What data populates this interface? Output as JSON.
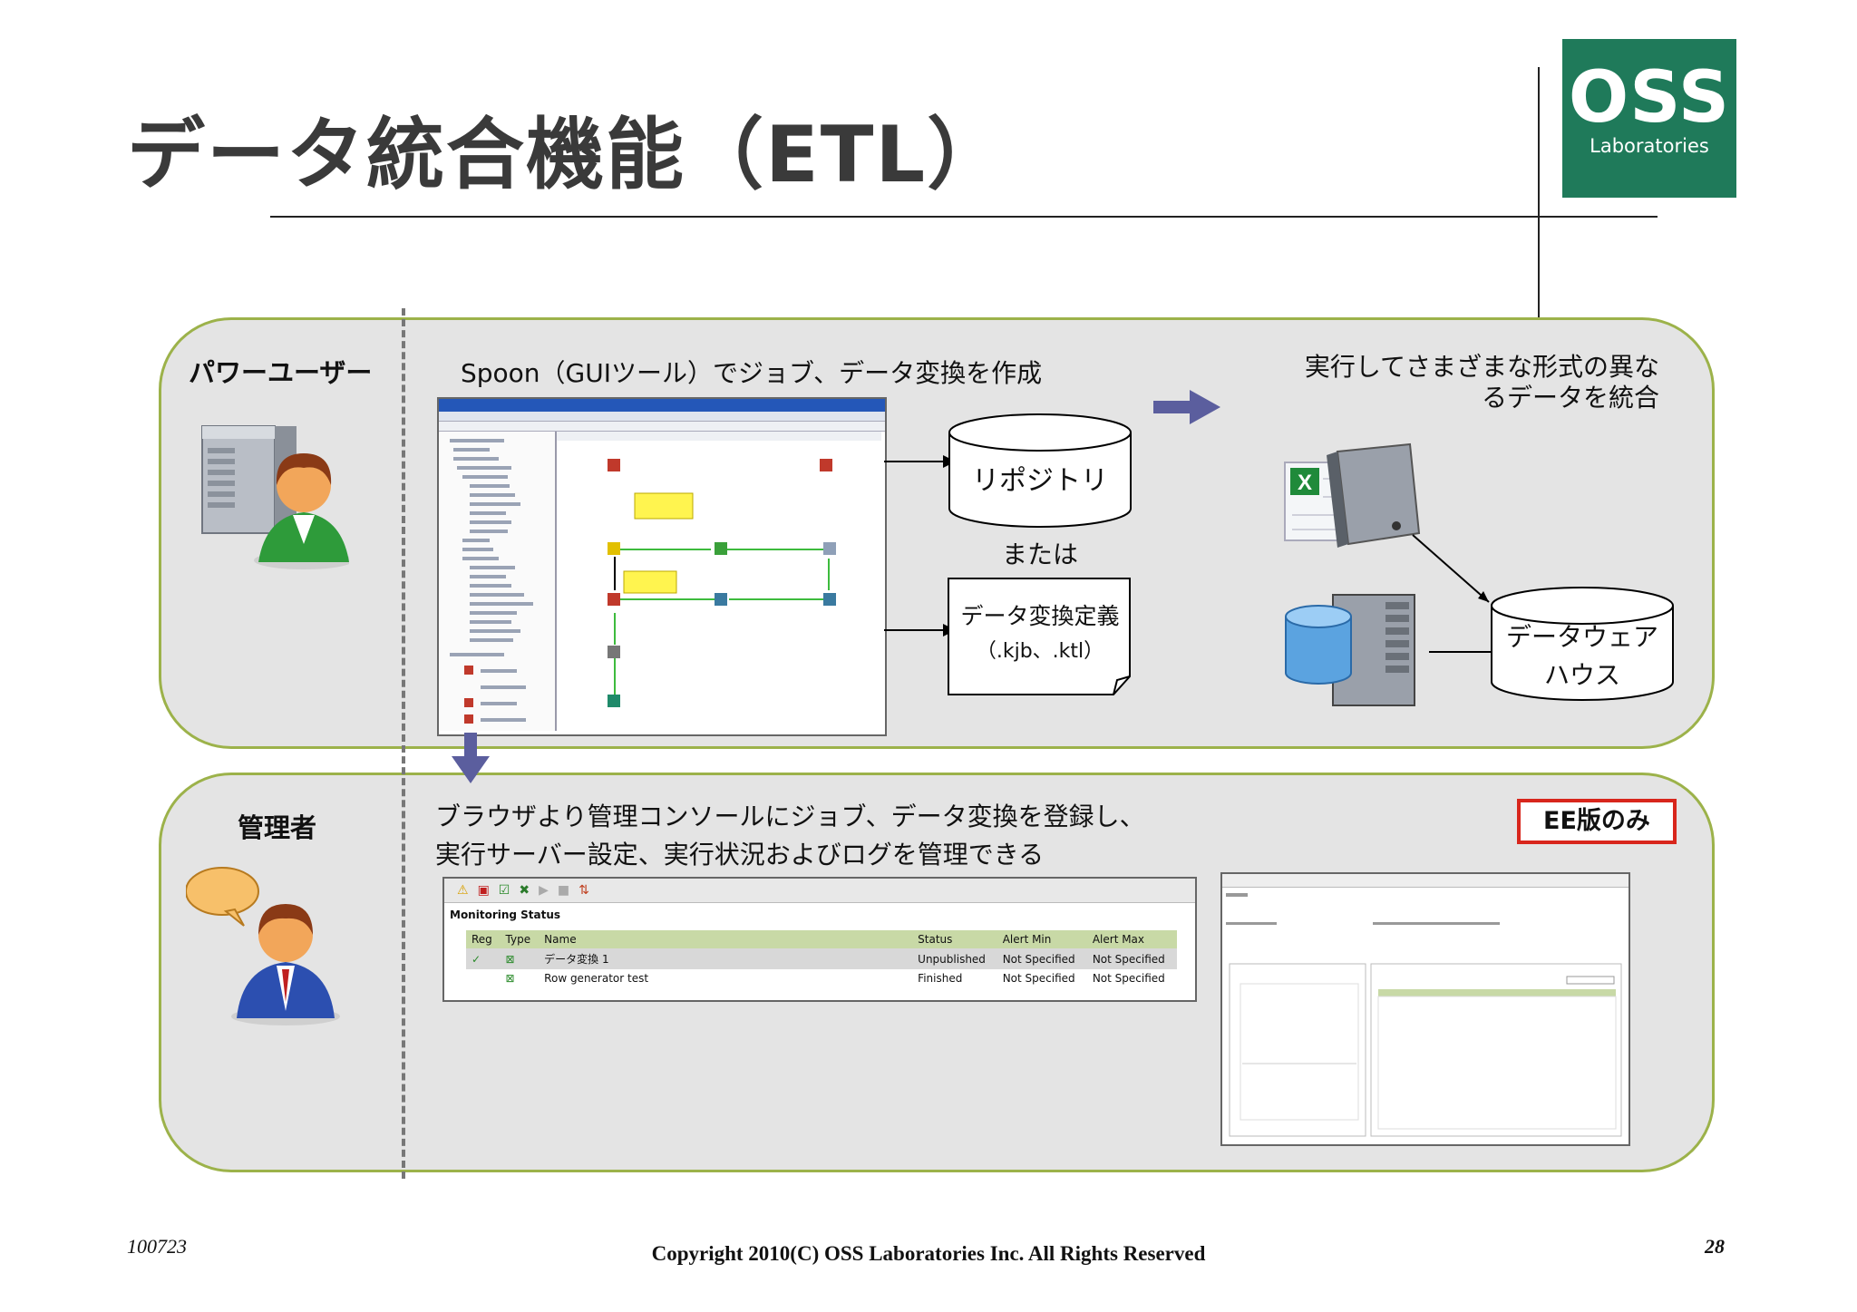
{
  "title": "データ統合機能（ETL）",
  "logo": {
    "main": "OSS",
    "sub": "Laboratories"
  },
  "section1": {
    "role": "パワーユーザー",
    "caption": "Spoon（GUIツール）でジョブ、データ変換を作成",
    "repository": "リポジトリ",
    "or": "または",
    "transform_def_line1": "データ変換定義",
    "transform_def_line2": "（.kjb、.ktl）",
    "right_caption_line1": "実行してさまざまな形式の異な",
    "right_caption_line2": "るデータを統合",
    "warehouse_line1": "データウェア",
    "warehouse_line2": "ハウス"
  },
  "section2": {
    "role": "管理者",
    "caption_line1": "ブラウザより管理コンソールにジョブ、データ変換を登録し、",
    "caption_line2": "実行サーバー設定、実行状況およびログを管理できる",
    "ee_badge": "EE版のみ",
    "monitoring": {
      "title": "Monitoring Status",
      "headers": [
        "Reg",
        "Type",
        "Name",
        "Status",
        "Alert Min",
        "Alert Max"
      ],
      "rows": [
        {
          "reg": "✓",
          "type": "⊠",
          "name": "データ変換 1",
          "status": "Unpublished",
          "min": "Not Specified",
          "max": "Not Specified"
        },
        {
          "reg": "",
          "type": "⊠",
          "name": "Row generator test",
          "status": "Finished",
          "min": "Not Specified",
          "max": "Not Specified"
        }
      ]
    }
  },
  "footer": {
    "left": "100723",
    "center": "Copyright 2010(C) OSS Laboratories Inc. All Rights Reserved",
    "right": "28"
  },
  "colors": {
    "accent_green": "#1f7a5a",
    "panel_border": "#9cb24a",
    "arrow_blue": "#5b5e9e",
    "badge_red": "#d8261c"
  }
}
